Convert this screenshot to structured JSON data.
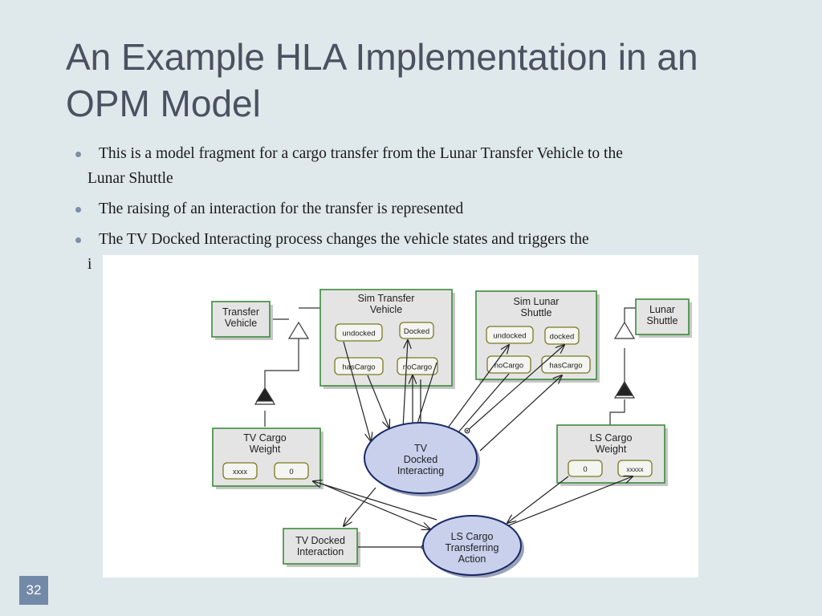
{
  "slide": {
    "title_line1": "An Example HLA Implementation in an",
    "title_line2": "OPM Model",
    "bullets": [
      {
        "line1": "This is a model fragment for a cargo transfer from the Lunar Transfer Vehicle to the",
        "line2": "Lunar Shuttle"
      },
      {
        "line1": "The raising of an interaction for the transfer is represented",
        "line2": ""
      },
      {
        "line1": "The TV Docked Interacting process changes the vehicle states and triggers the",
        "line2": "i"
      }
    ],
    "page_number": "32"
  },
  "diagram": {
    "objects": {
      "transfer_vehicle": [
        "Transfer",
        "Vehicle"
      ],
      "sim_transfer_vehicle": [
        "Sim Transfer",
        "Vehicle"
      ],
      "sim_lunar_shuttle": [
        "Sim Lunar",
        "Shuttle"
      ],
      "lunar_shuttle": [
        "Lunar",
        "Shuttle"
      ],
      "tv_cargo_weight": [
        "TV Cargo",
        "Weight"
      ],
      "ls_cargo_weight": [
        "LS Cargo",
        "Weight"
      ],
      "tv_docked_interaction": [
        "TV Docked",
        "Interaction"
      ]
    },
    "states": {
      "stv_undocked": "undocked",
      "stv_docked": "Docked",
      "stv_hascargo": "hasCargo",
      "stv_nocargo": "noCargo",
      "sls_undocked": "undocked",
      "sls_docked": "docked",
      "sls_nocargo": "noCargo",
      "sls_hascargo": "hasCargo",
      "tvw_xxxx": "xxxx",
      "tvw_zero": "0",
      "lsw_zero": "0",
      "lsw_xxxxx": "xxxxx"
    },
    "processes": {
      "tv_docked_interacting": [
        "TV",
        "Docked",
        "Interacting"
      ],
      "ls_cargo_transferring": [
        "LS Cargo",
        "Transferring",
        "Action"
      ]
    },
    "colors": {
      "object_border": "#3c8a3c",
      "object_fill": "#e4e4e4",
      "state_border": "#7a7a22",
      "state_fill": "#f4f4f0",
      "process_border": "#1a2a66",
      "process_fill": "#c8d0ec"
    }
  }
}
